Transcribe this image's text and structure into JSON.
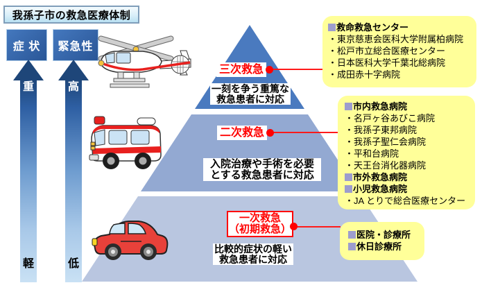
{
  "title": "我孫子市の救急医療体制",
  "axes": {
    "symptom": {
      "header": "症 状",
      "top": "重",
      "bottom": "軽"
    },
    "urgency": {
      "header": "緊急性",
      "top": "高",
      "bottom": "低"
    }
  },
  "pyramid": {
    "tertiary": {
      "label": "三次救急",
      "description": [
        "一刻を争う重篤な",
        "救急患者に対応"
      ]
    },
    "secondary": {
      "label": "二次救急",
      "description": [
        "入院治療や手術を必要",
        "とする救急患者に対応"
      ]
    },
    "primary": {
      "label_line1": "一次救急",
      "label_line2": "（初期救急）",
      "description": [
        "比較的症状の軽い",
        "救急患者に対応"
      ]
    }
  },
  "callouts": {
    "tertiary": {
      "lines": [
        {
          "kind": "header",
          "text": "救命救急センター"
        },
        {
          "kind": "item",
          "text": "・東京慈恵会医科大学附属柏病院"
        },
        {
          "kind": "item",
          "text": "・松戸市立総合医療センター"
        },
        {
          "kind": "item",
          "text": "・日本医科大学千葉北総病院"
        },
        {
          "kind": "item",
          "text": "・成田赤十字病院"
        }
      ]
    },
    "secondary": {
      "lines": [
        {
          "kind": "header",
          "text": "市内救急病院"
        },
        {
          "kind": "item",
          "text": "・名戸ヶ谷あびこ病院"
        },
        {
          "kind": "item",
          "text": "・我孫子東邦病院"
        },
        {
          "kind": "item",
          "text": "・我孫子聖仁会病院"
        },
        {
          "kind": "item",
          "text": "・平和台病院"
        },
        {
          "kind": "item",
          "text": "・天王台消化器病院"
        },
        {
          "kind": "header",
          "text": "市外救急病院"
        },
        {
          "kind": "header",
          "text": "小児救急病院"
        },
        {
          "kind": "item",
          "text": "・JA とりで総合医療センター"
        }
      ]
    },
    "primary": {
      "lines": [
        {
          "kind": "header",
          "text": "医院・診療所"
        },
        {
          "kind": "header",
          "text": "休日診療所"
        }
      ]
    }
  },
  "icons": {
    "vehicles": [
      "helicopter-icon",
      "ambulance-icon",
      "car-icon"
    ],
    "bullet": "bullet-square-icon"
  },
  "colors": {
    "pyramid_top": "#4A7ABF",
    "pyramid_middle": "#93A9D2",
    "pyramid_bottom": "#B9C6E0",
    "arrow_dark_blue": "#1E4679",
    "arrow_light_blue": "#C9E1F4",
    "header_box_blue": "#2A5697",
    "title_box_blue": "#B9E0F2",
    "callout_yellow": "#FFFF99",
    "bullet_purple": "#9D9DCE",
    "accent_red": "#FF0000"
  }
}
